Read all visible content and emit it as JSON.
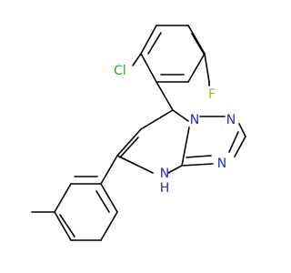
{
  "molecule": {
    "atoms": {
      "cl": {
        "text": "Cl",
        "color": "#33a532"
      },
      "f": {
        "text": "F",
        "color": "#a3b52a"
      },
      "n_top": {
        "text": "N",
        "color": "#2a2acd"
      },
      "n_right": {
        "text": "N",
        "color": "#2a2acd"
      },
      "n_mid": {
        "text": "N",
        "color": "#2a2acd"
      },
      "n_h": {
        "text": "N",
        "color": "#2a2acd"
      },
      "h": {
        "text": "H",
        "color": "#2a2acd"
      }
    },
    "bond_color": "#000000"
  }
}
